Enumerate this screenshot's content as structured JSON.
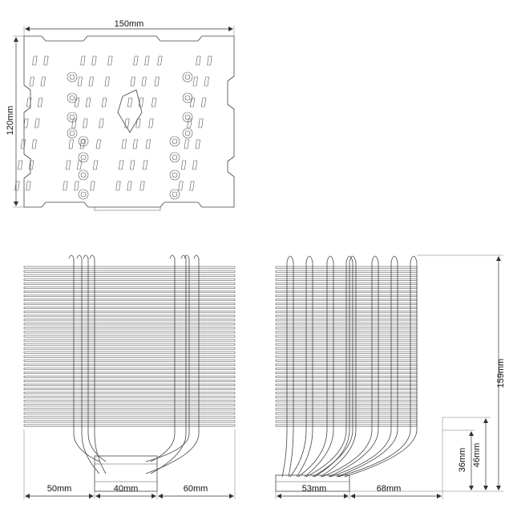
{
  "dimensions": {
    "top_width": "150mm",
    "top_height": "120mm",
    "front_left": "50mm",
    "front_mid": "40mm",
    "front_right": "60mm",
    "side_left": "53mm",
    "side_right": "68mm",
    "side_height": "159mm",
    "side_h1": "36mm",
    "side_h2": "46mm"
  }
}
